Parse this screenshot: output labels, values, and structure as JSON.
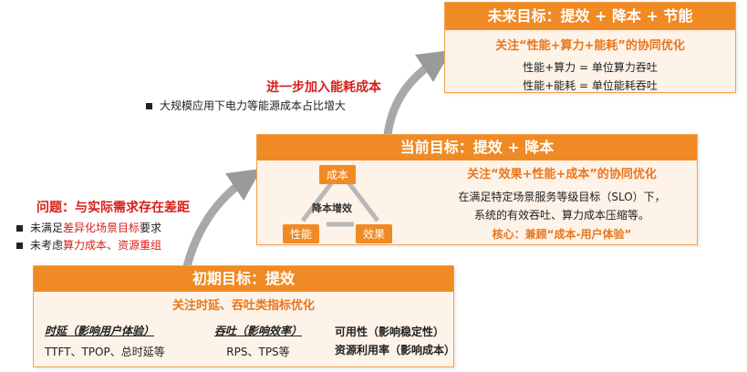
{
  "future": {
    "header": "未来目标：提效 + 降本 + 节能",
    "focus": "关注“性能+算力+能耗”的协同优化",
    "lines": [
      "性能+算力 = 单位算力吞吐",
      "性能+能耗 = 单位能耗吞吐"
    ]
  },
  "step_to_future": {
    "title": "进一步加入能耗成本",
    "bullet": "大规模应用下电力等能源成本占比增大"
  },
  "current": {
    "header": "当前目标：提效 + 降本",
    "triangle": {
      "top": "成本",
      "left": "性能",
      "right": "效果",
      "center": "降本增效"
    },
    "focus": "关注“效果+性能+成本”的协同优化",
    "desc_lines": [
      "在满足特定场景服务等级目标（SLO）下，",
      "系统的有效吞吐、算力成本压缩等。"
    ],
    "core": "核心：兼顾“成本-用户体验”"
  },
  "problem": {
    "title": "问题：与实际需求存在差距",
    "bullets": [
      {
        "prefix": "未满足",
        "highlight": "差异化场景目标",
        "suffix": "要求"
      },
      {
        "prefix": "未考虑",
        "highlight": "算力成本、资源重组",
        "suffix": ""
      }
    ]
  },
  "initial": {
    "header": "初期目标：提效",
    "focus": "关注时延、吞吐类指标优化",
    "metrics": [
      {
        "title": "时延（影响用户体验）",
        "desc": "TTFT、TPOP、总时延等"
      },
      {
        "title": "吞吐（影响效率）",
        "desc": "RPS、TPS等"
      }
    ],
    "extra": [
      "可用性（影响稳定性）",
      "资源利用率（影响成本）"
    ]
  },
  "colors": {
    "header_orange": "#f08a24",
    "text_orange": "#e8761e",
    "red": "#d6201a",
    "box_bg": "#fdf3e8"
  }
}
